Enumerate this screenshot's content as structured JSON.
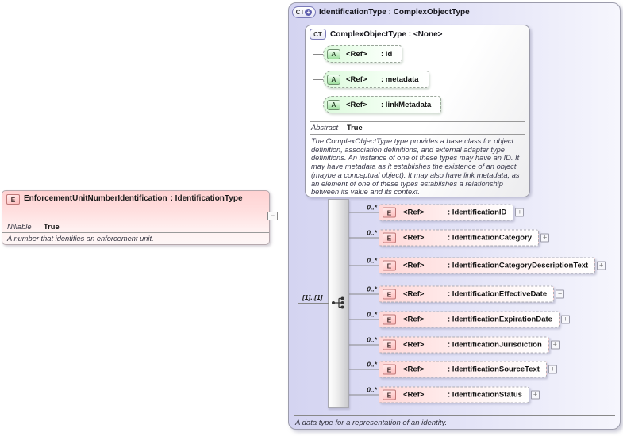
{
  "left_element": {
    "badge": "E",
    "name": "EnforcementUnitNumberIdentification",
    "type": ": IdentificationType",
    "nillable_label": "Nillable",
    "nillable_value": "True",
    "description": "A number that identifies an enforcement unit.",
    "collapse_symbol": "−"
  },
  "panel": {
    "badge": "CT",
    "badge_plus": "+",
    "title": "IdentificationType : ComplexObjectType",
    "footer_description": "A data type for a representation of an identity.",
    "base_type": {
      "badge": "CT",
      "title": "ComplexObjectType : <None>",
      "attributes": [
        {
          "badge": "A",
          "ref": "<Ref>",
          "name": ": id"
        },
        {
          "badge": "A",
          "ref": "<Ref>",
          "name": ": metadata"
        },
        {
          "badge": "A",
          "ref": "<Ref>",
          "name": ": linkMetadata"
        }
      ],
      "abstract_label": "Abstract",
      "abstract_value": "True",
      "description": "The ComplexObjectType type provides a base class for object definition, association definitions, and external adapter type definitions. An instance of one of these types may have an ID. It may have metadata as it establishes the existence of an object (maybe a conceptual object). It may also have link metadata, as an element of one of these types establishes a relationship between its value and its context."
    },
    "sequence": {
      "cardinality": "[1]..[1]",
      "elements": [
        {
          "badge": "E",
          "ref": "<Ref>",
          "name": ": IdentificationID",
          "occurrence": "0..*",
          "expand": "+"
        },
        {
          "badge": "E",
          "ref": "<Ref>",
          "name": ": IdentificationCategory",
          "occurrence": "0..*",
          "expand": "+"
        },
        {
          "badge": "E",
          "ref": "<Ref>",
          "name": ": IdentificationCategoryDescriptionText",
          "occurrence": "0..*",
          "expand": "+"
        },
        {
          "badge": "E",
          "ref": "<Ref>",
          "name": ": IdentificationEffectiveDate",
          "occurrence": "0..*",
          "expand": "+"
        },
        {
          "badge": "E",
          "ref": "<Ref>",
          "name": ": IdentificationExpirationDate",
          "occurrence": "0..*",
          "expand": "+"
        },
        {
          "badge": "E",
          "ref": "<Ref>",
          "name": ": IdentificationJurisdiction",
          "occurrence": "0..*",
          "expand": "+"
        },
        {
          "badge": "E",
          "ref": "<Ref>",
          "name": ": IdentificationSourceText",
          "occurrence": "0..*",
          "expand": "+"
        },
        {
          "badge": "E",
          "ref": "<Ref>",
          "name": ": IdentificationStatus",
          "occurrence": "0..*",
          "expand": "+"
        }
      ]
    }
  }
}
